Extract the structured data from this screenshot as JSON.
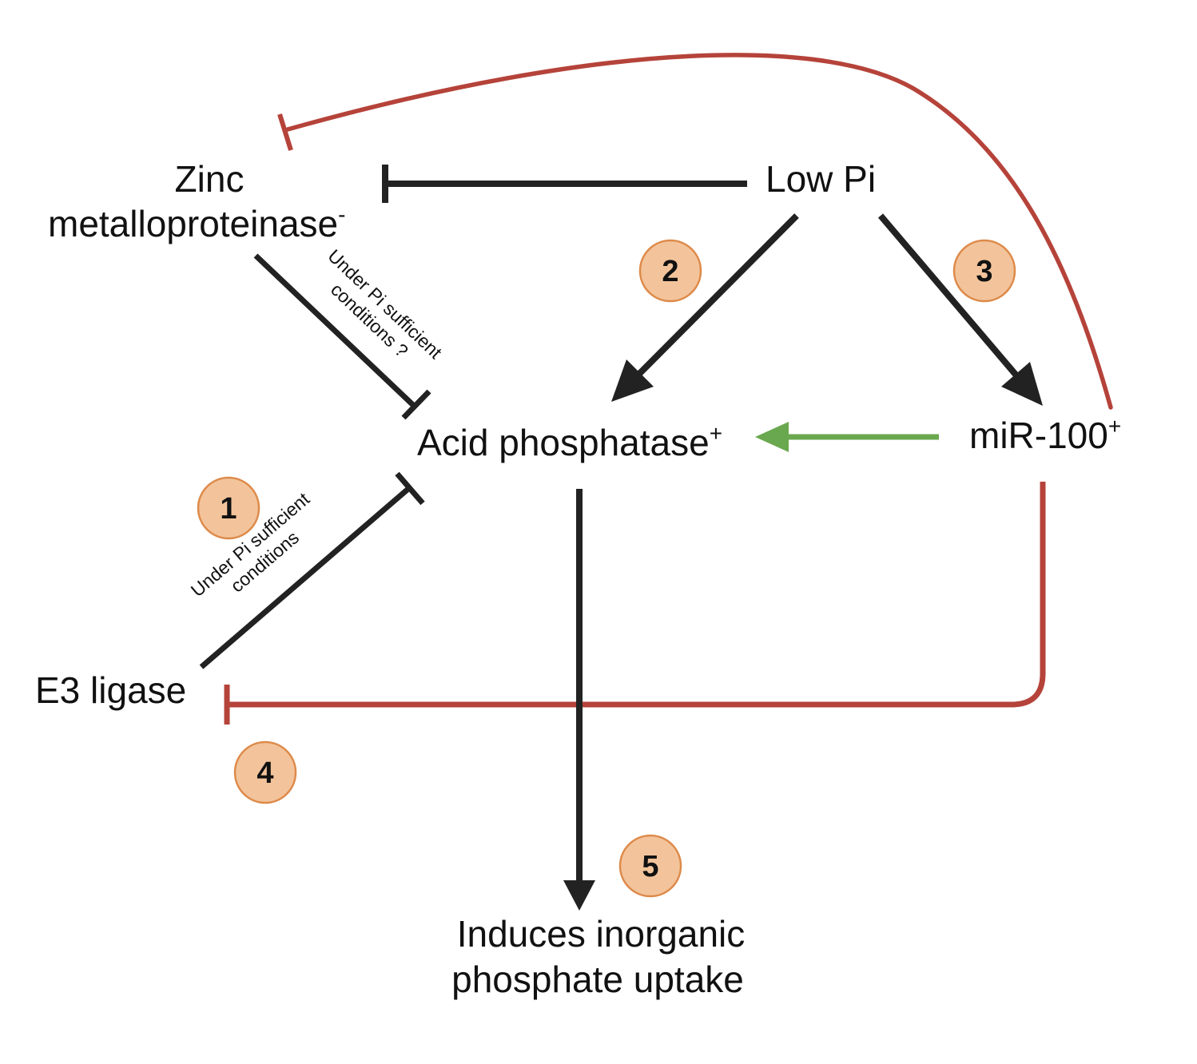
{
  "nodes": {
    "zinc_line1": "Zinc",
    "zinc_line2": "metalloproteinase",
    "zinc_sup": "-",
    "low_pi": "Low Pi",
    "acid_phosphatase": "Acid phosphatase",
    "acid_sup": "+",
    "mir100": "miR-100",
    "mir_sup": "+",
    "e3_ligase": "E3 ligase",
    "induces_line1": "Induces inorganic",
    "induces_line2": "phosphate uptake"
  },
  "conditions": {
    "zinc_cond_line1": "Under Pi sufficient",
    "zinc_cond_line2": "conditions ?",
    "e3_cond_line1": "Under Pi sufficient",
    "e3_cond_line2": "conditions"
  },
  "badges": [
    "1",
    "2",
    "3",
    "4",
    "5"
  ],
  "colors": {
    "black_arrow": "#222222",
    "red_inhibition": "#b5433a",
    "green_activation": "#6aa84f",
    "badge_fill": "#f3c49b",
    "badge_stroke": "#dd8a4a"
  }
}
